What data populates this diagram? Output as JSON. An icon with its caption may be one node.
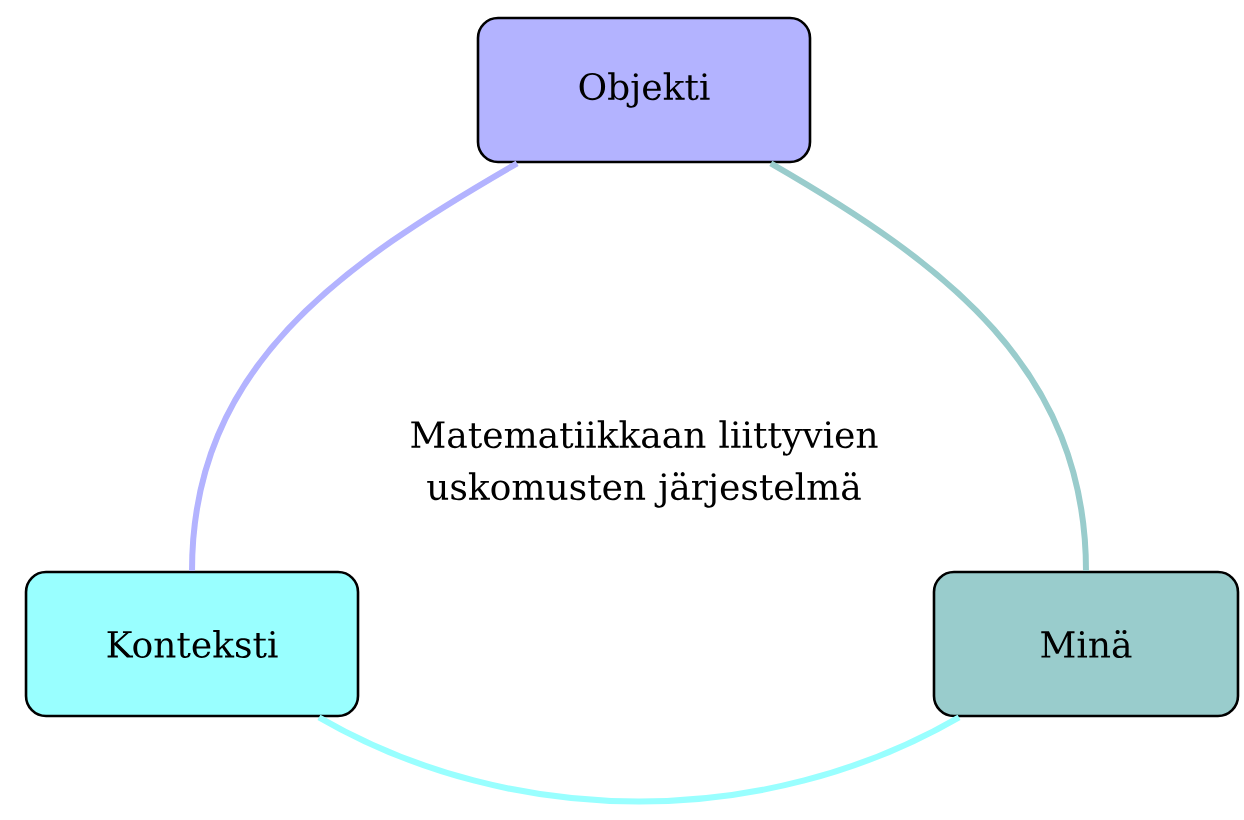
{
  "diagram": {
    "nodes": [
      {
        "text": [
          "Objekti"
        ]
      },
      {
        "text": [
          "Konteksti"
        ]
      },
      {
        "text": [
          "Minä"
        ]
      }
    ],
    "edges": [
      {
        "from": 0,
        "to": 1,
        "arrow": "none",
        "color": "#b3b3ff"
      },
      {
        "from": 0,
        "to": 2,
        "arrow": "none",
        "color": "#99cccc"
      },
      {
        "from": 1,
        "to": 2,
        "arrow": "none",
        "color": "#99ffff"
      }
    ],
    "labels": [
      "Matematiikkaan liittyvien uskomusten järjestelmä"
    ]
  }
}
